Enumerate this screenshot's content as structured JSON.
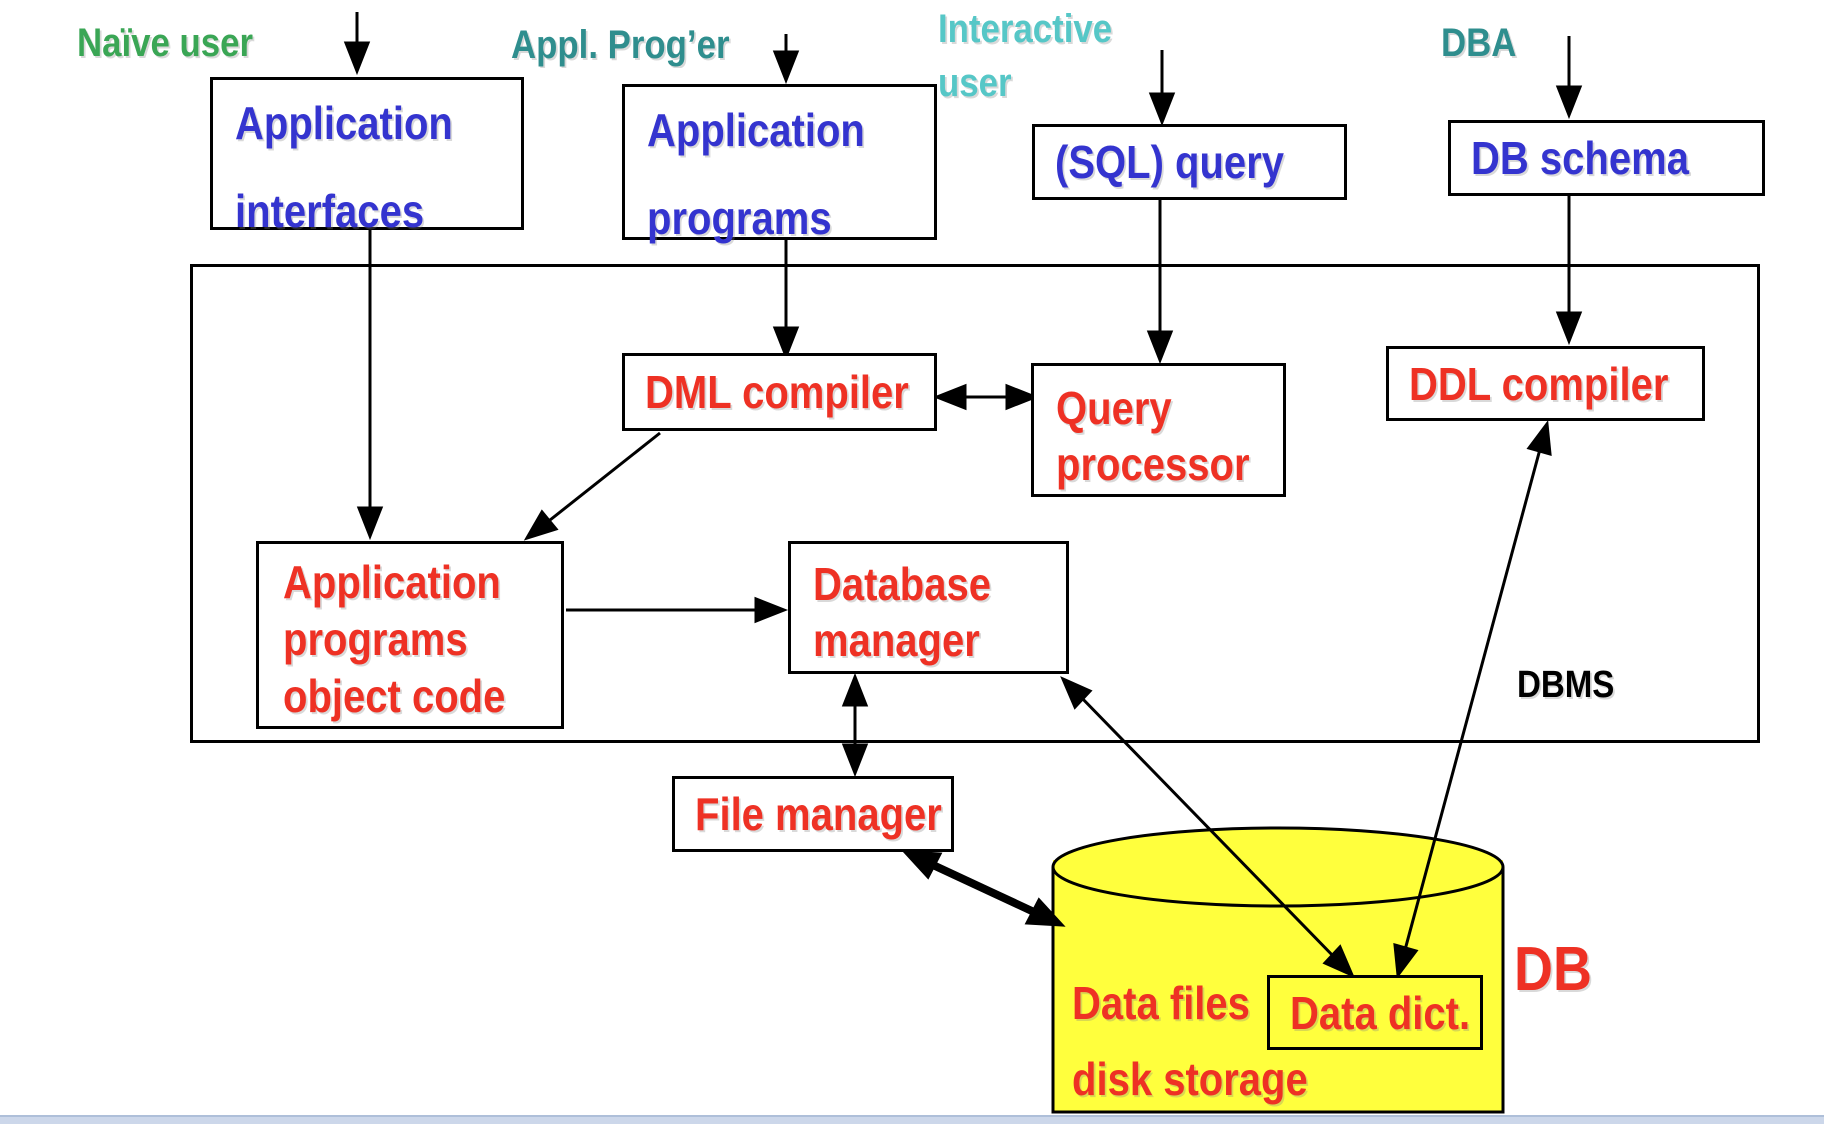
{
  "actors": {
    "naive_user": "Naïve user",
    "app_programmer": "Appl. Prog’er",
    "interactive_user_line1": "Interactive",
    "interactive_user_line2": "user",
    "dba": "DBA"
  },
  "boxes": {
    "application_interfaces": {
      "line1": "Application",
      "line2": "interfaces"
    },
    "application_programs": {
      "line1": "Application",
      "line2": "programs"
    },
    "sql_query": {
      "label": "(SQL) query"
    },
    "db_schema": {
      "label": "DB schema"
    },
    "dml_compiler": {
      "label": "DML compiler"
    },
    "query_processor": {
      "line1": "Query",
      "line2": "processor"
    },
    "ddl_compiler": {
      "label": "DDL compiler"
    },
    "application_programs_object_code": {
      "line1": "Application",
      "line2": "programs",
      "line3": "object code"
    },
    "database_manager": {
      "line1": "Database",
      "line2": "manager"
    },
    "file_manager": {
      "label": "File manager"
    },
    "data_dict": {
      "label": "Data dict."
    }
  },
  "labels": {
    "dbms": "DBMS",
    "db": "DB",
    "data_files": "Data files",
    "disk_storage": "disk storage"
  },
  "colors": {
    "actor_green": "#3aa655",
    "actor_teal": "#2f8e8e",
    "actor_cyan": "#56c7c7",
    "box_text_blue": "#3434cf",
    "box_text_red": "#ee3124",
    "cylinder_fill": "#ffff3d",
    "connector_black": "#000000",
    "footer_strip": "#ccd7ea"
  }
}
